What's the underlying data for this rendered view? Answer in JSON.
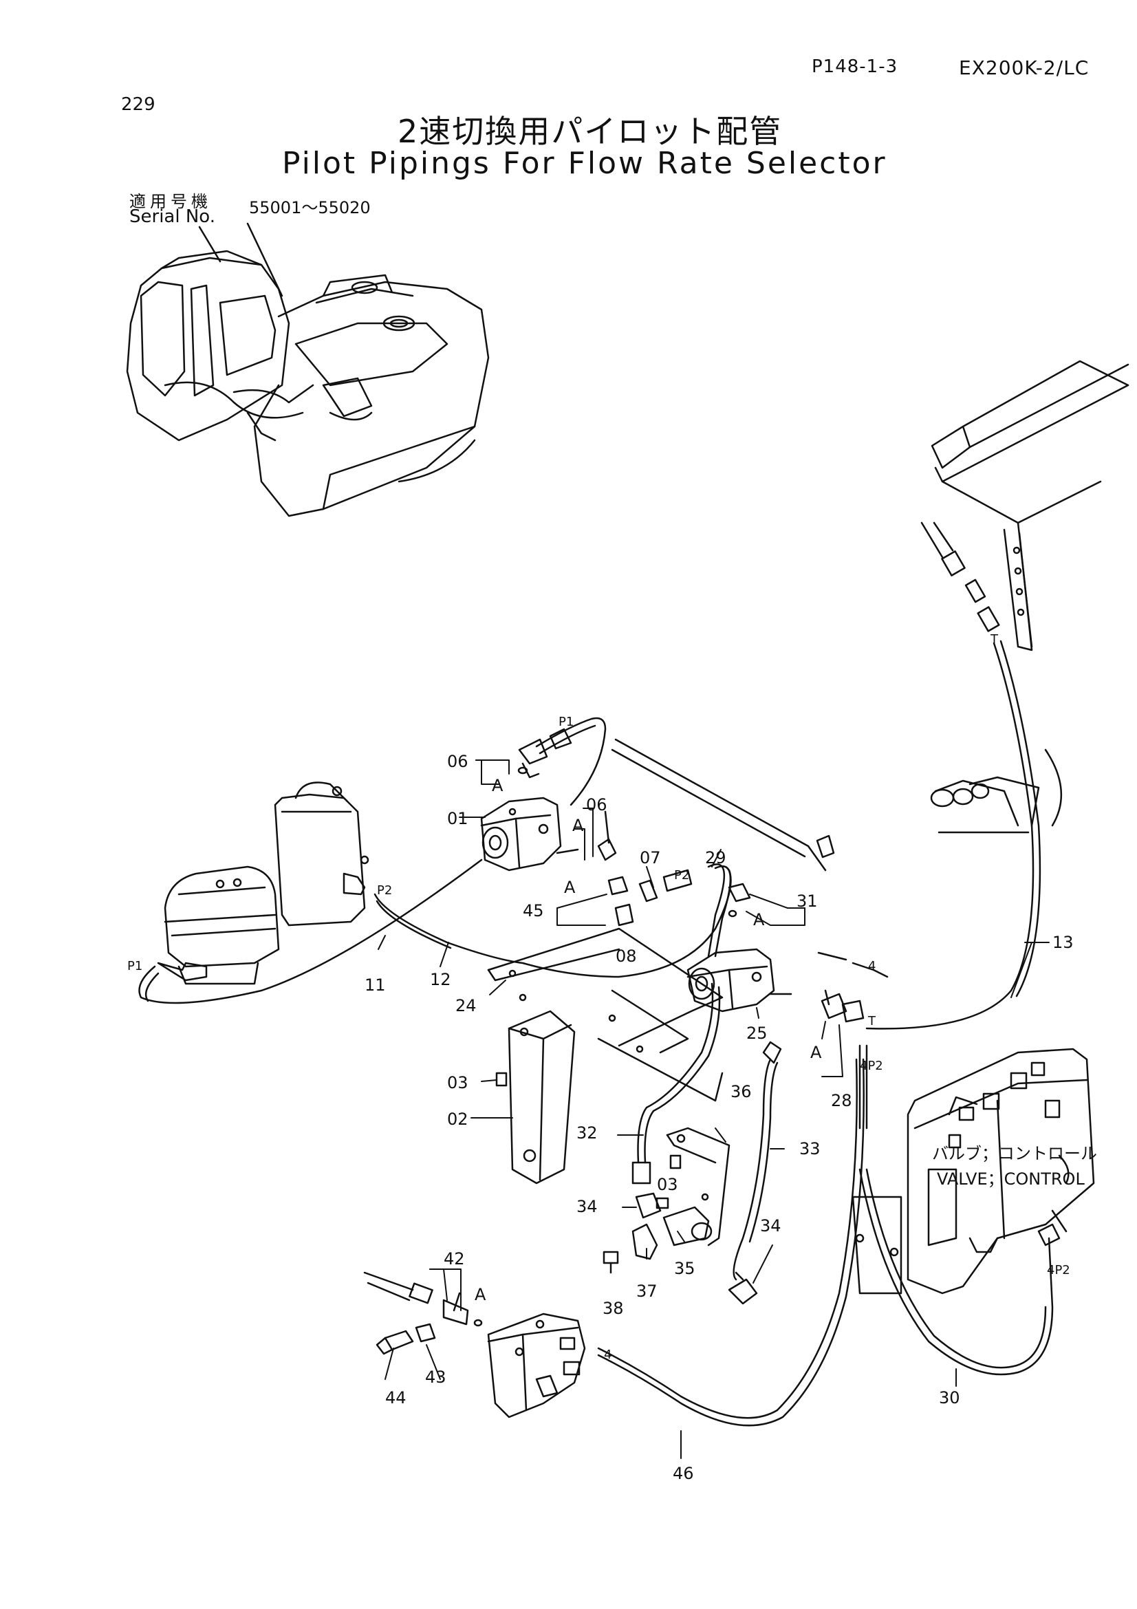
{
  "header": {
    "page_number": "229",
    "ref_code": "P148-1-3",
    "model": "EX200K-2/LC",
    "title_jp": "2速切換用パイロット配管",
    "title_en": "Pilot Pipings For Flow Rate Selector",
    "serial_label_jp": "適用号機",
    "serial_label_en": "Serial No.",
    "serial_range": "55001～55020"
  },
  "valve_label": {
    "jp": "バルブ；コントロール",
    "en": "VALVE；CONTROL"
  },
  "callouts": [
    "06",
    "A",
    "01",
    "06",
    "A",
    "07",
    "29",
    "P1",
    "P2",
    "P2",
    "A",
    "45",
    "08",
    "31",
    "A",
    "13",
    "P1",
    "11",
    "12",
    "24",
    "25",
    "4",
    "T",
    "A",
    "28",
    "4P2",
    "03",
    "02",
    "32",
    "36",
    "33",
    "03",
    "34",
    "35",
    "37",
    "38",
    "34",
    "42",
    "A",
    "44",
    "43",
    "4",
    "46",
    "4P2",
    "30",
    "T"
  ]
}
